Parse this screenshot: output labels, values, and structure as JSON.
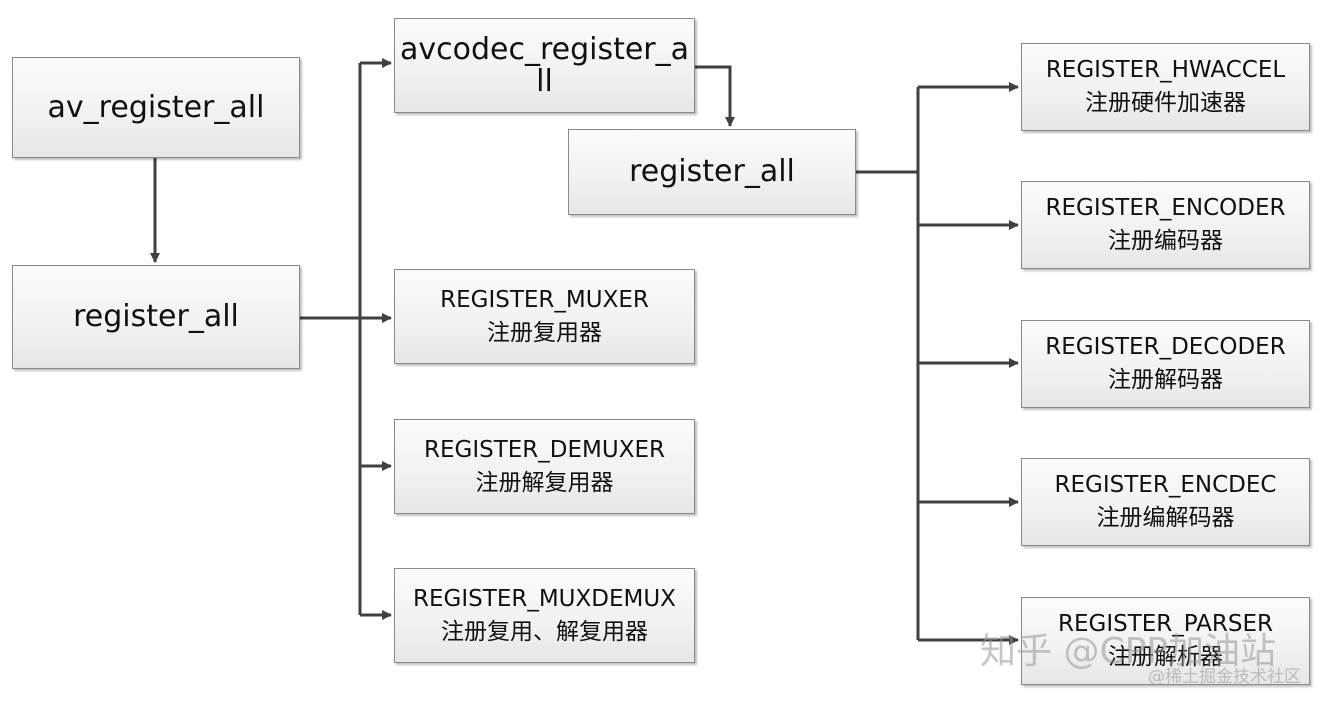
{
  "nodes": {
    "av_register_all": {
      "label": "av_register_all"
    },
    "register_all_left": {
      "label": "register_all"
    },
    "avcodec_register_all": {
      "line1": "avcodec_register_a",
      "line2": "ll"
    },
    "register_all_right": {
      "label": "register_all"
    },
    "register_muxer": {
      "title": "REGISTER_MUXER",
      "desc": "注册复用器"
    },
    "register_demuxer": {
      "title": "REGISTER_DEMUXER",
      "desc": "注册解复用器"
    },
    "register_muxdemux": {
      "title": "REGISTER_MUXDEMUX",
      "desc": "注册复用、解复用器"
    },
    "register_hwaccel": {
      "title": "REGISTER_HWACCEL",
      "desc": "注册硬件加速器"
    },
    "register_encoder": {
      "title": "REGISTER_ENCODER",
      "desc": "注册编码器"
    },
    "register_decoder": {
      "title": "REGISTER_DECODER",
      "desc": "注册解码器"
    },
    "register_encdec": {
      "title": "REGISTER_ENCDEC",
      "desc": "注册编解码器"
    },
    "register_parser": {
      "title": "REGISTER_PARSER",
      "desc": "注册解析器"
    }
  },
  "watermarks": {
    "zhihu": "知乎 @CPP加油站",
    "juejin": "@稀土掘金技术社区"
  },
  "colors": {
    "line": "#404040",
    "box_border": "#8a8a8a",
    "box_fill": "#f1f1f1"
  }
}
